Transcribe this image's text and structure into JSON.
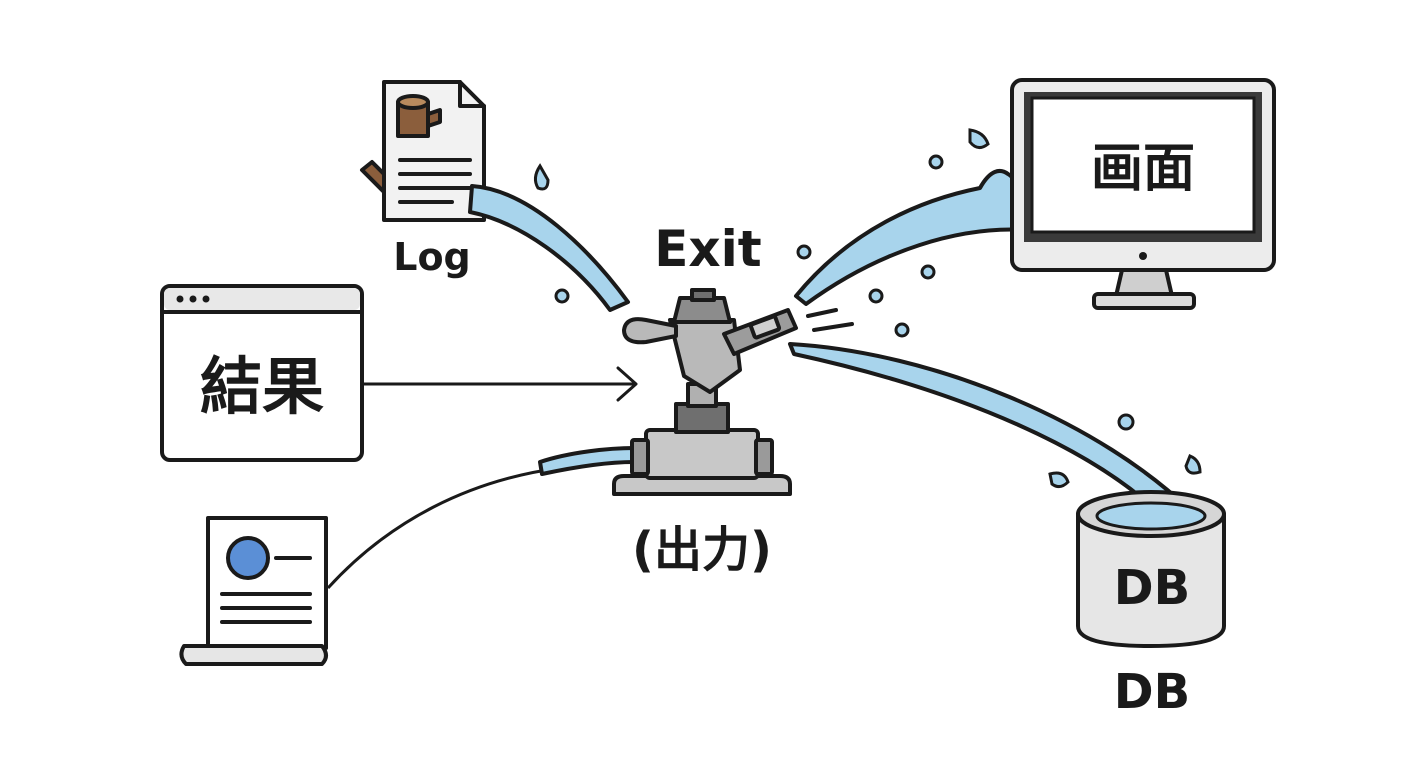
{
  "labels": {
    "log": "Log",
    "exit": "Exit",
    "output": "(出力)",
    "result": "結果",
    "screen": "画面",
    "db_inner": "DB",
    "db": "DB"
  },
  "colors": {
    "water": "#a8d4ec",
    "outline": "#1a1a1a",
    "paper": "#f2f2f2",
    "metal": "#b9b9b9",
    "wood": "#8b5e3c",
    "avatar": "#5b8fd6"
  }
}
